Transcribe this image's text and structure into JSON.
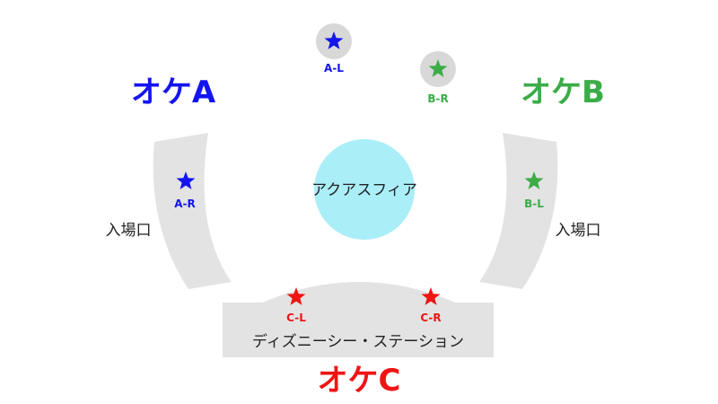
{
  "colors": {
    "orchestra_a": "#1414f0",
    "orchestra_b": "#3cac48",
    "orchestra_c": "#f01414",
    "stage_gray": "#e3e3e3",
    "badge_gray": "#d8d8d8",
    "aquasphere": "#aaeef8",
    "text": "#222222"
  },
  "titles": {
    "orchestra_a": "オケA",
    "orchestra_b": "オケB",
    "orchestra_c": "オケC"
  },
  "venues": {
    "aquasphere": "アクアスフィア",
    "station": "ディズニーシー・ステーション",
    "entrance_left": "入場口",
    "entrance_right": "入場口"
  },
  "positions": {
    "a_l": {
      "label": "A-L",
      "icon": "star-icon",
      "color": "#1414f0"
    },
    "b_r": {
      "label": "B-R",
      "icon": "star-icon",
      "color": "#3cac48"
    },
    "a_r": {
      "label": "A-R",
      "icon": "star-icon",
      "color": "#1414f0"
    },
    "b_l": {
      "label": "B-L",
      "icon": "star-icon",
      "color": "#3cac48"
    },
    "c_l": {
      "label": "C-L",
      "icon": "star-icon",
      "color": "#f01414"
    },
    "c_r": {
      "label": "C-R",
      "icon": "star-icon",
      "color": "#f01414"
    }
  }
}
